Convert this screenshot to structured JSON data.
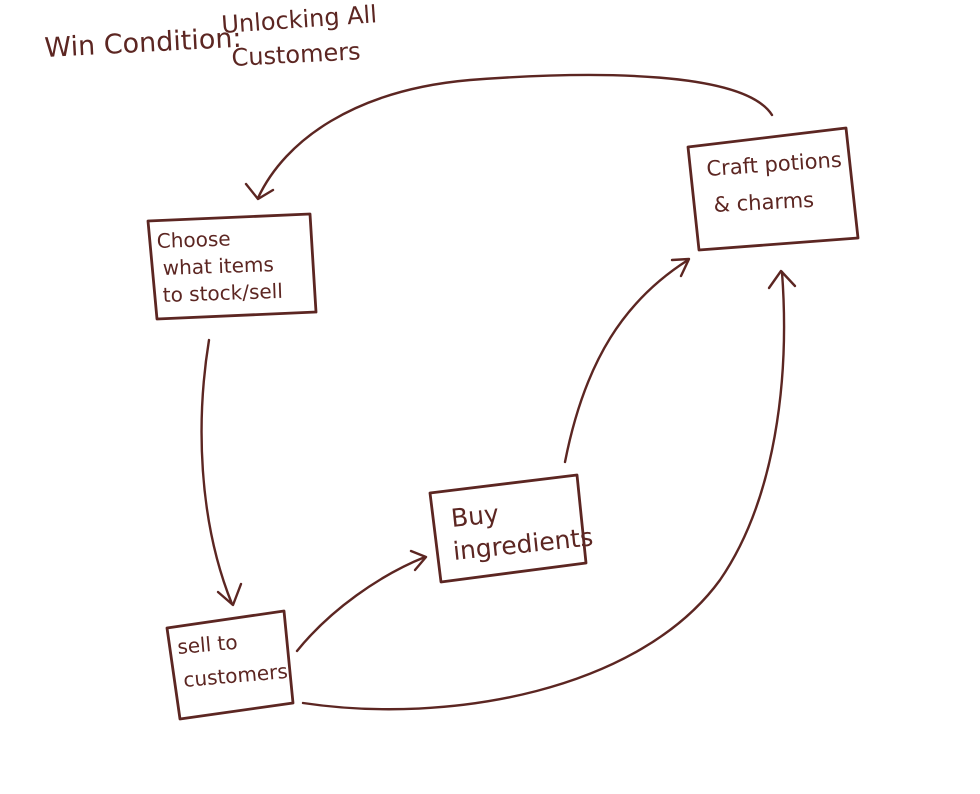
{
  "win_condition": {
    "label": "Win Condition:",
    "value_line1": "Unlocking All",
    "value_line2": "Customers"
  },
  "nodes": {
    "choose": {
      "line1": "Choose",
      "line2": "what items",
      "line3": "to stock/sell"
    },
    "craft": {
      "line1": "Craft potions",
      "line2": "& charms"
    },
    "buy": {
      "line1": "Buy",
      "line2": "ingredients"
    },
    "sell": {
      "line1": "sell to",
      "line2": "customers"
    }
  },
  "colors": {
    "ink": "#5c2622",
    "background": "#ffffff"
  }
}
